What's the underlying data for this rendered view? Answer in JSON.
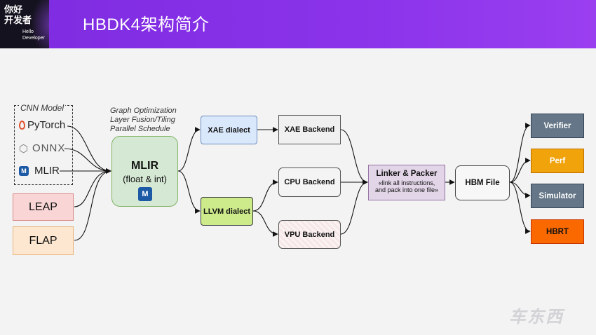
{
  "header": {
    "logo_line1": "你好",
    "logo_line2": "开发者",
    "logo_line3": "Hello",
    "logo_line4": "Developer",
    "title": "HBDK4架构简介"
  },
  "inputs": {
    "group_label": "CNN Model",
    "pytorch": "PyTorch",
    "onnx": "ONNX",
    "mlir": "MLIR",
    "leap": "LEAP",
    "flap": "FLAP"
  },
  "mlir_core": {
    "notes": [
      "Graph Optimization",
      "Layer Fusion/Tiling",
      "Parallel Schedule"
    ],
    "title": "MLIR",
    "subtitle": "(float & int)"
  },
  "dialects": {
    "xae": "XAE dialect",
    "llvm": "LLVM dialect"
  },
  "backends": {
    "xae": "XAE Backend",
    "cpu": "CPU Backend",
    "vpu": "VPU Backend"
  },
  "linker": {
    "title": "Linker & Packer",
    "line1": "«link all instructions,",
    "line2": "and pack into one file»"
  },
  "hbm": {
    "label": "HBM File"
  },
  "outputs": {
    "verifier": "Verifier",
    "perf": "Perf",
    "simulator": "Simulator",
    "hbrt": "HBRT"
  },
  "watermark": "车东西",
  "colors": {
    "header": "#8a33ea",
    "leap": "#f9d6d5",
    "flap": "#fde7d0",
    "mlir": "#d5e8d4",
    "xae_dialect": "#dae8fc",
    "llvm_dialect": "#cdeb8b",
    "linker": "#e1d5e7",
    "verifier": "#647687",
    "perf": "#f0a30a",
    "simulator": "#647687",
    "hbrt": "#fa6800"
  }
}
